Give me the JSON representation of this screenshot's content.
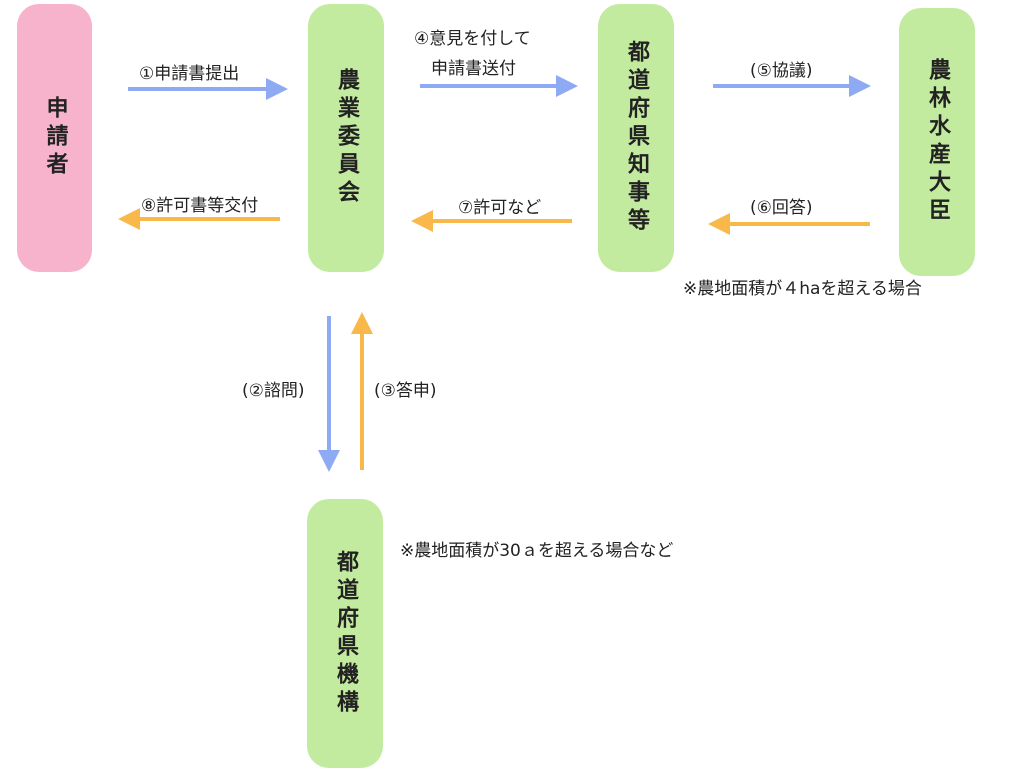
{
  "colors": {
    "applicant": "#f8b3cc",
    "agency": "#c3eba0",
    "forward_arrow": "#8eaaf2",
    "return_arrow": "#f8b84a"
  },
  "nodes": {
    "applicant": "申請者",
    "agri_committee": "農業委員会",
    "governor": "都道府県知事等",
    "minister": "農林水産大臣",
    "prefecture_org": "都道府県機構"
  },
  "arrows": {
    "a1": "①申請書提出",
    "a2": "(②諮問)",
    "a3": "(③答申)",
    "a4_line1": "④意見を付して",
    "a4_line2": "申請書送付",
    "a5": "(⑤協議)",
    "a6": "(⑥回答)",
    "a7": "⑦許可など",
    "a8": "⑧許可書等交付"
  },
  "notes": {
    "over_4ha": "※農地面積が４haを超える場合",
    "over_30a": "※農地面積が30ａを超える場合など"
  }
}
